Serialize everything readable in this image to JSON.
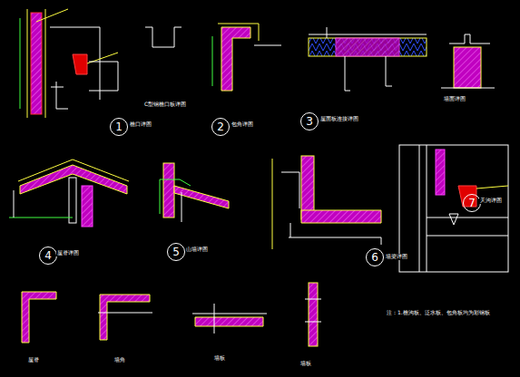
{
  "diagram": {
    "nodes": [
      {
        "text": [
          "1"
        ]
      },
      {
        "text": [
          "2"
        ]
      },
      {
        "text": [
          "3"
        ]
      },
      {
        "text": [
          "4"
        ]
      },
      {
        "text": [
          "5"
        ]
      },
      {
        "text": [
          "6"
        ]
      },
      {
        "text": [
          "7"
        ]
      }
    ],
    "labels": [
      "C型钢檐口板详图",
      "檐口详图",
      "包角详图",
      "屋面板连接详图",
      "墙面详图",
      "屋脊详图",
      "山墙详图",
      "墙梁详图",
      "天沟详图",
      "注：1.檐沟板、泛水板、包角板均为彩钢板",
      "屋脊",
      "墙角",
      "墙板",
      "墙板"
    ]
  }
}
